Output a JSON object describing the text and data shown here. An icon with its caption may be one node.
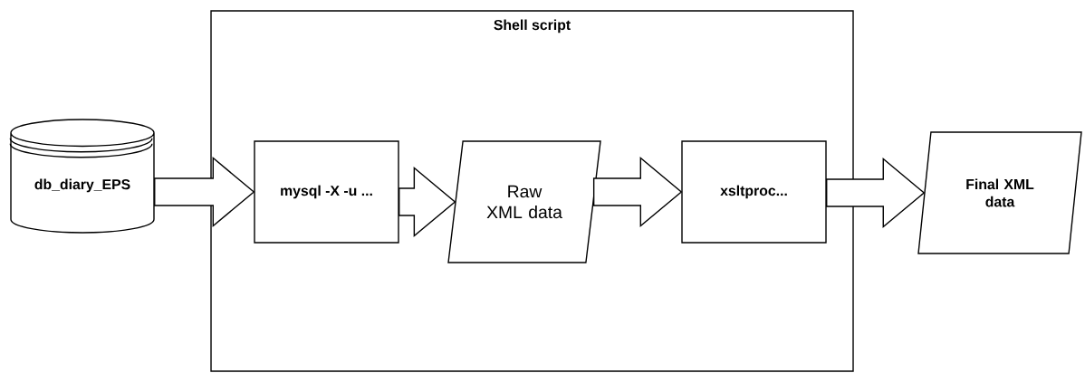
{
  "diagram": {
    "nodes": [
      {
        "text": [
          "Shell script"
        ]
      },
      {
        "text": [
          "db_diary_EPS"
        ]
      },
      {
        "text": [
          "mysql -X -u ..."
        ],
        "in": 0
      },
      {
        "text": [
          "Raw XML data"
        ],
        "in": 0
      },
      {
        "text": [
          "xsltproc..."
        ],
        "in": 0
      },
      {
        "text": [
          "Final XML data"
        ]
      }
    ],
    "edges": [
      {
        "from": 1,
        "to": 2,
        "arrow": "to"
      },
      {
        "from": 2,
        "to": 3,
        "arrow": "to"
      },
      {
        "from": 3,
        "to": 4,
        "arrow": "to"
      },
      {
        "from": 4,
        "to": 5,
        "arrow": "to"
      }
    ]
  }
}
